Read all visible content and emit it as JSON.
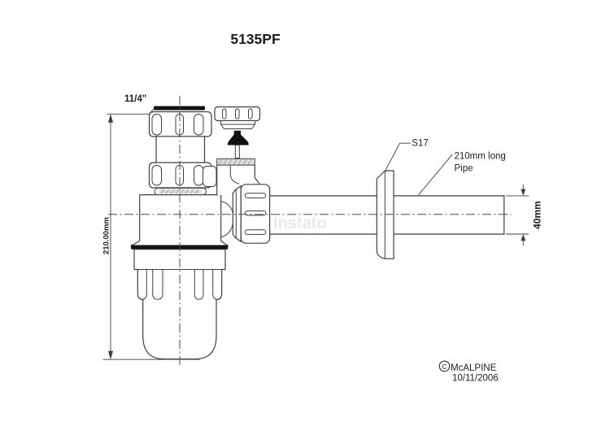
{
  "title": "5135PF",
  "drawing": {
    "watermark": "Instato",
    "labels": {
      "inlet_size": "11/4\"",
      "height": "210.00mm",
      "flange_code": "S17",
      "pipe_note_line1": "210mm long",
      "pipe_note_line2": "Pipe",
      "pipe_diameter": "40mm"
    },
    "footer": {
      "copyright_letter": "C",
      "brand": "McALPINE",
      "date": "10/11/2006"
    },
    "colors": {
      "line": "#3f3f3f",
      "text": "#1c1c1c",
      "black_fill": "#121212",
      "shade": "#dcdcdc",
      "watermark": "#e9e9e9",
      "background": "#ffffff"
    }
  }
}
